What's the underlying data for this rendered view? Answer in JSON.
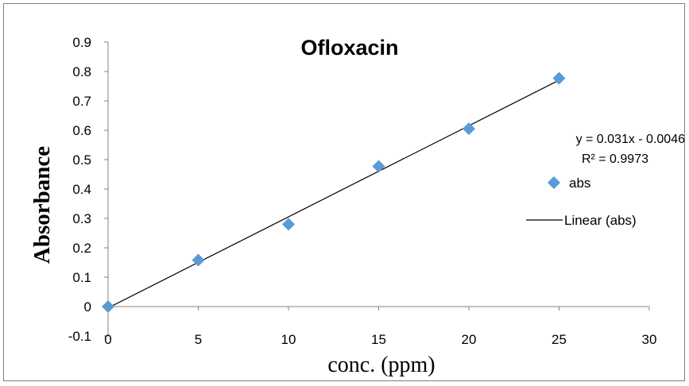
{
  "chart_data": {
    "type": "scatter",
    "title": "Ofloxacin",
    "xlabel": "conc. (ppm)",
    "ylabel": "Absorbance",
    "xlim": [
      0,
      30
    ],
    "ylim": [
      -0.1,
      0.9
    ],
    "x_ticks": [
      "0",
      "5",
      "10",
      "15",
      "20",
      "25",
      "30"
    ],
    "y_ticks": [
      "-0.1",
      "0",
      "0.1",
      "0.2",
      "0.3",
      "0.4",
      "0.5",
      "0.6",
      "0.7",
      "0.8",
      "0.9"
    ],
    "grid": false,
    "series": [
      {
        "name": "abs",
        "color": "#5b9bd5",
        "marker": "diamond",
        "x": [
          0,
          5,
          10,
          15,
          20,
          25
        ],
        "y": [
          0.0,
          0.158,
          0.28,
          0.477,
          0.605,
          0.777
        ]
      }
    ],
    "trendline": {
      "name": "Linear (abs)",
      "slope": 0.031,
      "intercept": -0.0046,
      "color": "#000000",
      "equation": "y = 0.031x - 0.0046",
      "r_squared": "R² = 0.9973"
    },
    "legend_position": "right"
  }
}
